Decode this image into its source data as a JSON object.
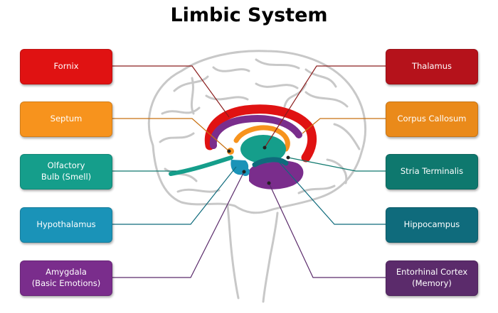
{
  "title": "Limbic System",
  "labels": {
    "fornix": "Fornix",
    "septum": "Septum",
    "olfactory_bulb": "Olfactory\nBulb (Smell)",
    "hypothalamus": "Hypothalamus",
    "amygdala": "Amygdala\n(Basic Emotions)",
    "thalamus": "Thalamus",
    "corpus_callosum": "Corpus Callosum",
    "stria_terminalis": "Stria Terminalis",
    "hippocampus": "Hippocampus",
    "entorhinal_cortex": "Entorhinal Cortex\n(Memory)"
  },
  "colors": {
    "fornix": "#e01212",
    "septum": "#f7931d",
    "olfactory_bulb": "#159e8b",
    "hypothalamus": "#1a93b8",
    "amygdala": "#7a2d8c",
    "thalamus": "#b5121b",
    "corpus_callosum": "#ea8a1a",
    "stria_terminalis": "#0e786e",
    "hippocampus": "#0f6b7c",
    "entorhinal_cortex": "#5b2b6b",
    "brain_outline": "#c8c8c8"
  }
}
